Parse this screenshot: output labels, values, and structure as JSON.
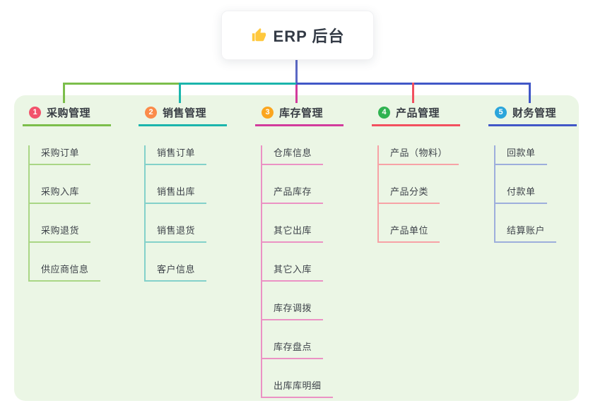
{
  "root": {
    "label": "ERP 后台",
    "icon": "thumbs-up-icon",
    "icon_color": "#FFC83D",
    "connector_color": "#5B68C5"
  },
  "canvas": {
    "background": "#FFFFFF",
    "panel_background": "#EBF6E5"
  },
  "branches": [
    {
      "index": "1",
      "label": "采购管理",
      "badge_color": "#F2526B",
      "line_color": "#7CBE4B",
      "child_line_color": "#A9D685",
      "children": [
        "采购订单",
        "采购入库",
        "采购退货",
        "供应商信息"
      ]
    },
    {
      "index": "2",
      "label": "销售管理",
      "badge_color": "#FB8B4A",
      "line_color": "#1BB5AC",
      "child_line_color": "#83D1CA",
      "children": [
        "销售订单",
        "销售出库",
        "销售退货",
        "客户信息"
      ]
    },
    {
      "index": "3",
      "label": "库存管理",
      "badge_color": "#FBA61F",
      "line_color": "#D23B9C",
      "child_line_color": "#EB92C4",
      "children": [
        "仓库信息",
        "产品库存",
        "其它出库",
        "其它入库",
        "库存调拨",
        "库存盘点",
        "出库库明细"
      ]
    },
    {
      "index": "4",
      "label": "产品管理",
      "badge_color": "#30B351",
      "line_color": "#F2505F",
      "child_line_color": "#F7A2A6",
      "children": [
        "产品（物料）",
        "产品分类",
        "产品单位"
      ]
    },
    {
      "index": "5",
      "label": "财务管理",
      "badge_color": "#2BA5DB",
      "line_color": "#4157C7",
      "child_line_color": "#9DAEDC",
      "children": [
        "回款单",
        "付款单",
        "结算账户"
      ]
    }
  ]
}
